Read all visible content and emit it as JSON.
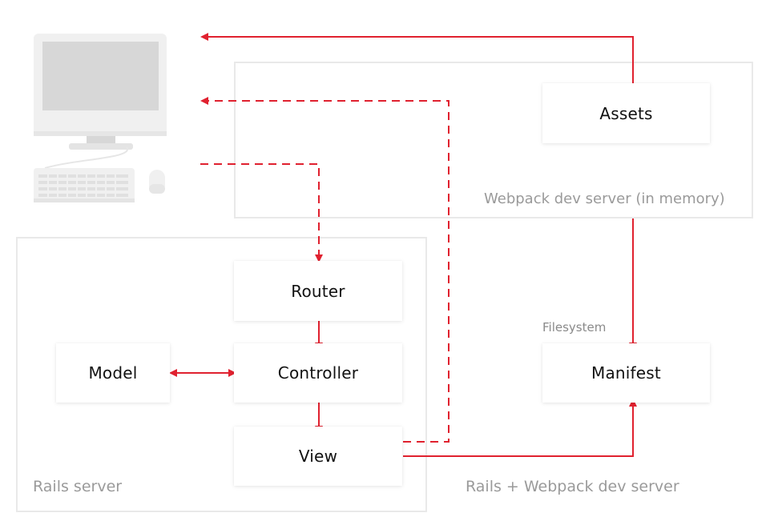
{
  "groups": {
    "webpack_dev_server": "Webpack dev server (in memory)",
    "rails_server": "Rails server",
    "combined": "Rails + Webpack dev server"
  },
  "nodes": {
    "assets": "Assets",
    "router": "Router",
    "model": "Model",
    "controller": "Controller",
    "view": "View",
    "manifest": "Manifest"
  },
  "labels": {
    "filesystem": "Filesystem"
  },
  "icons": {
    "computer": "desktop-computer-icon"
  },
  "colors": {
    "arrow": "#e0212f",
    "group_border": "#e9e9e9",
    "group_label": "#9a9a9a"
  }
}
